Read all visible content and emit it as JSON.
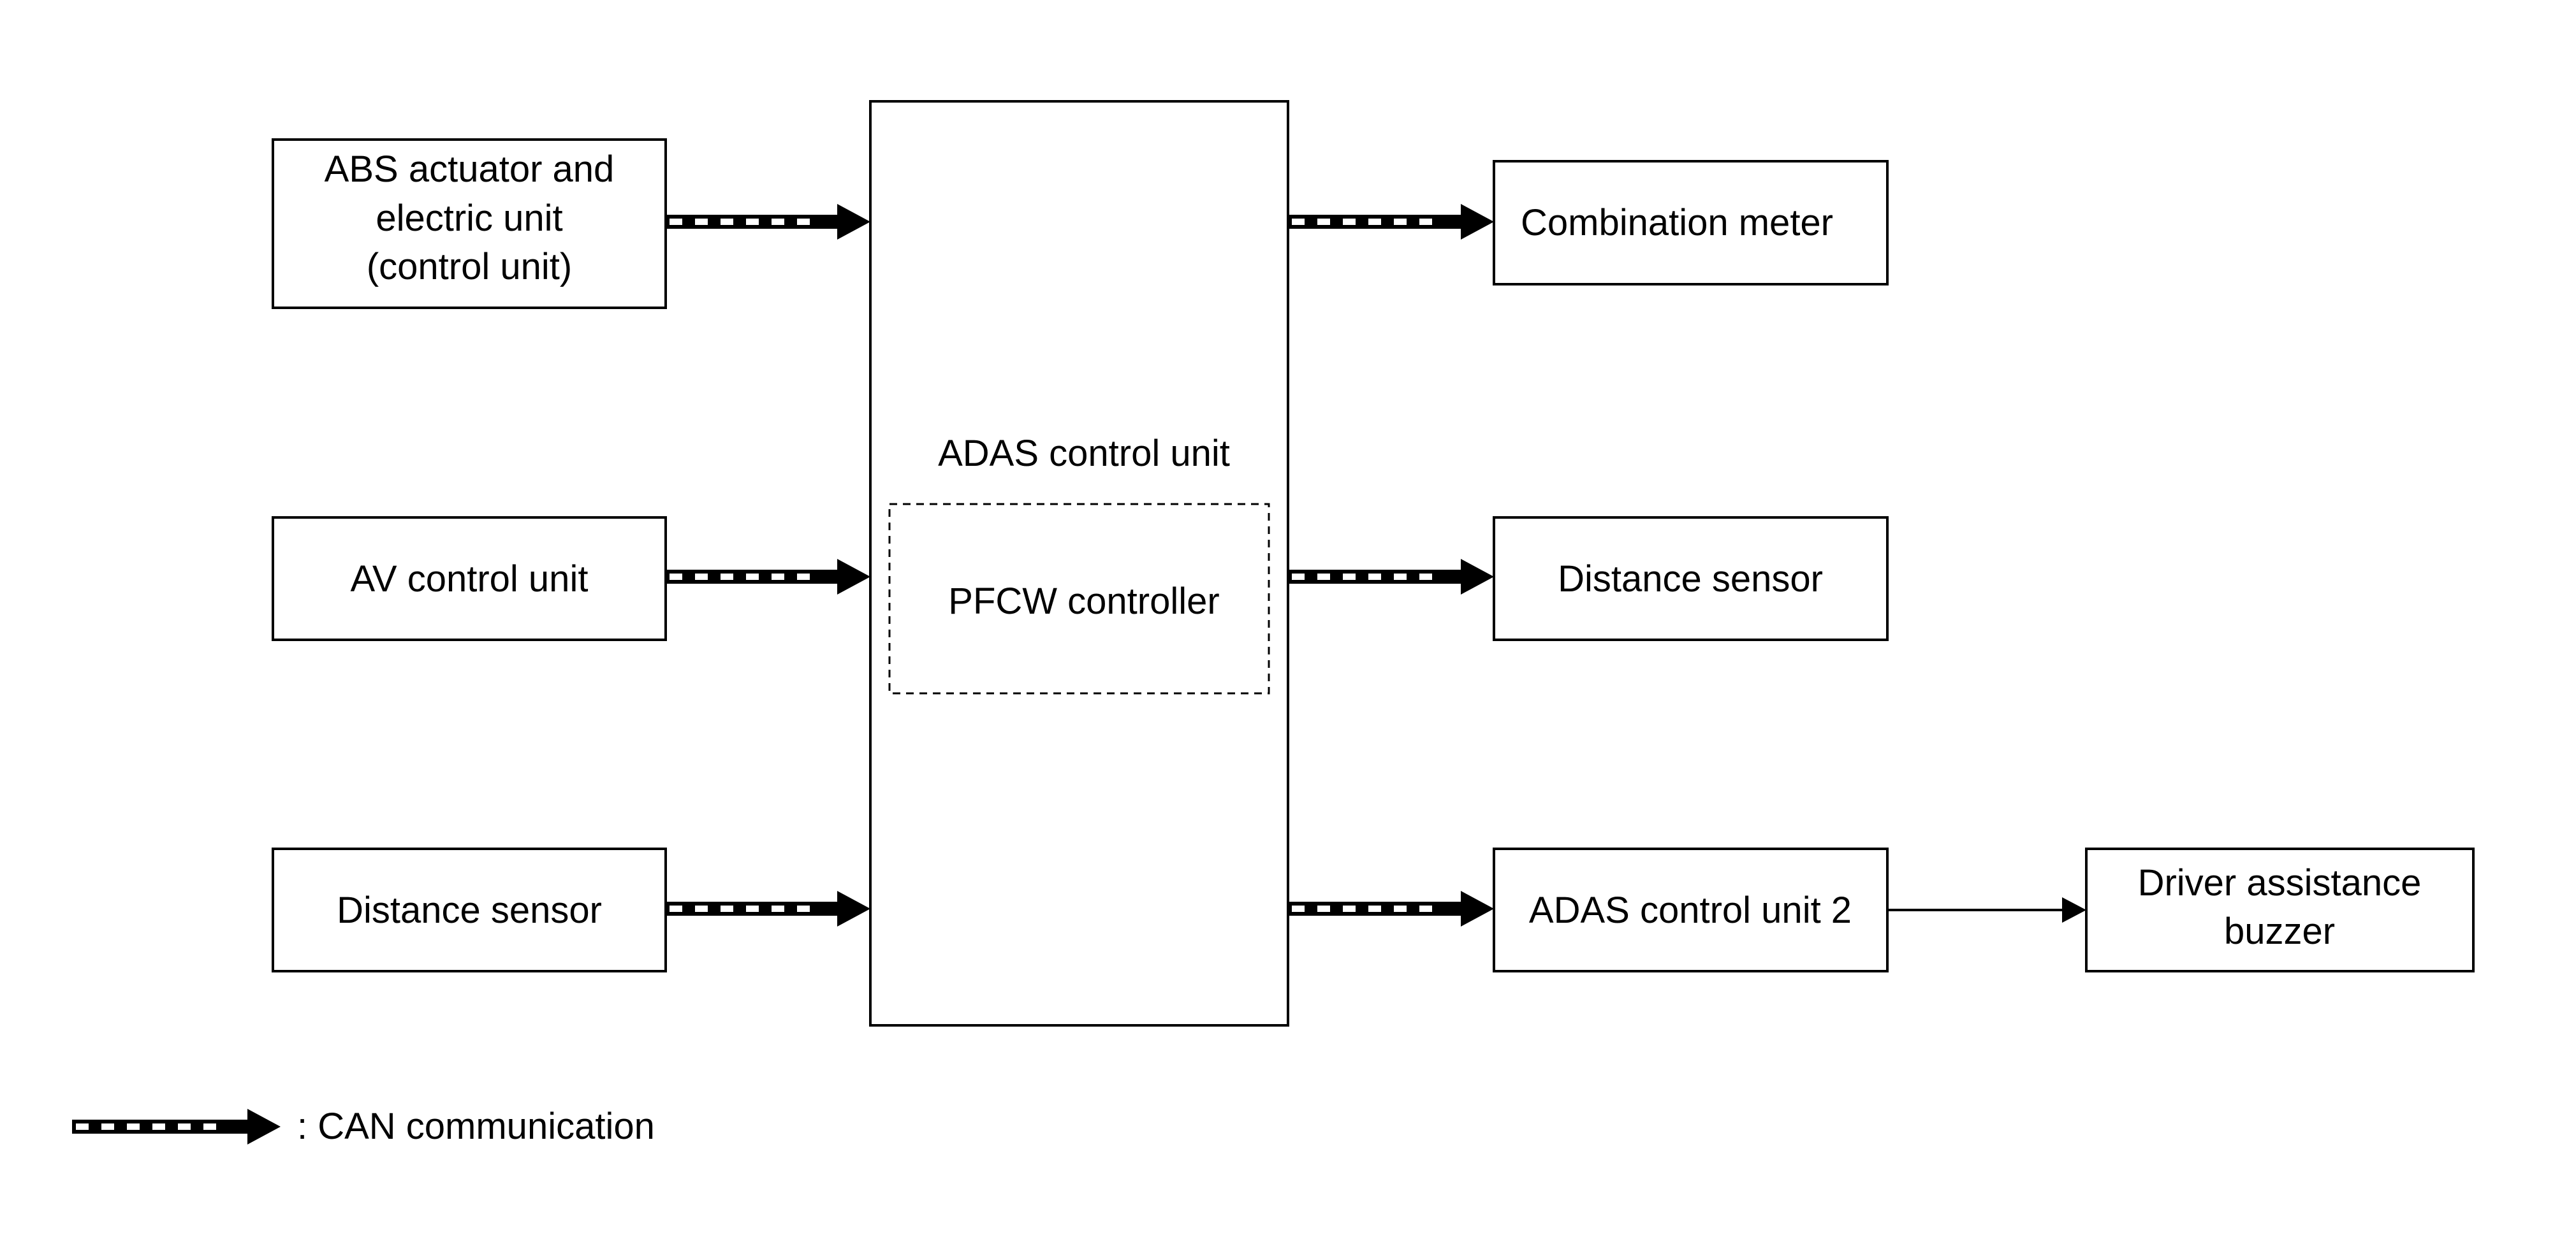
{
  "diagram": {
    "left_boxes": [
      {
        "lines": [
          "ABS actuator and",
          "electric unit",
          "(control unit)"
        ]
      },
      {
        "lines": [
          "AV control unit"
        ]
      },
      {
        "lines": [
          "Distance sensor"
        ]
      }
    ],
    "center_box": {
      "label": "ADAS control unit",
      "inner": "PFCW controller"
    },
    "right_boxes": [
      {
        "lines": [
          "Combination meter"
        ]
      },
      {
        "lines": [
          "Distance sensor"
        ]
      },
      {
        "lines": [
          "ADAS control unit 2"
        ]
      }
    ],
    "far_right_box": {
      "lines": [
        "Driver assistance",
        "buzzer"
      ]
    },
    "legend": {
      "label": ": CAN communication"
    },
    "colors": {
      "line": "#000000",
      "background": "#ffffff",
      "dash": "#ffffff"
    }
  }
}
